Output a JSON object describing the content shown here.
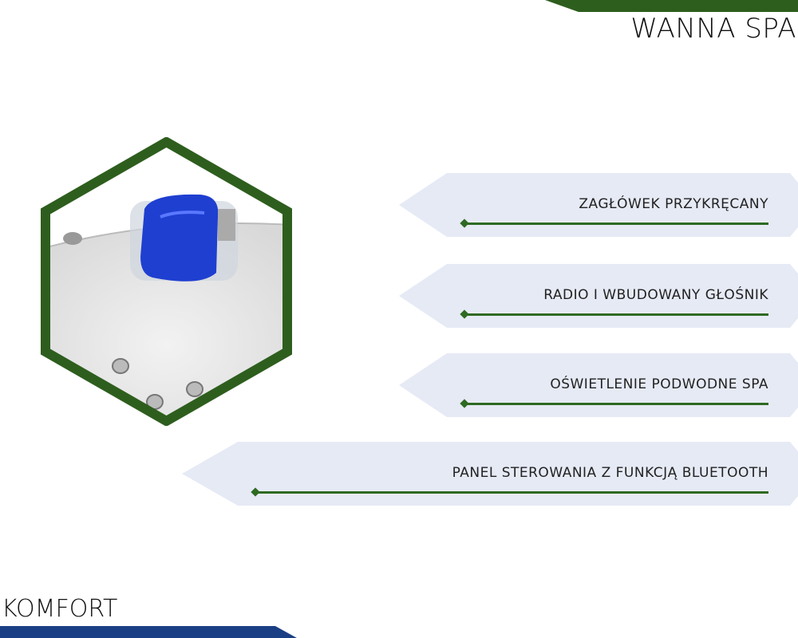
{
  "header": {
    "title": "WANNA SPA"
  },
  "footer": {
    "subtitle": "KOMFORT"
  },
  "features": [
    {
      "label": "ZAGŁÓWEK PRZYKRĘCANY"
    },
    {
      "label": "RADIO I WBUDOWANY GŁOŚNIK"
    },
    {
      "label": "OŚWIETLENIE PODWODNE SPA"
    },
    {
      "label": "PANEL STEROWANIA Z FUNKCJĄ BLUETOOTH"
    }
  ],
  "colors": {
    "green": "#2e5e1e",
    "blue": "#1b3f84",
    "banner": "#e6eaf5",
    "headrest": "#1f3fd0"
  }
}
